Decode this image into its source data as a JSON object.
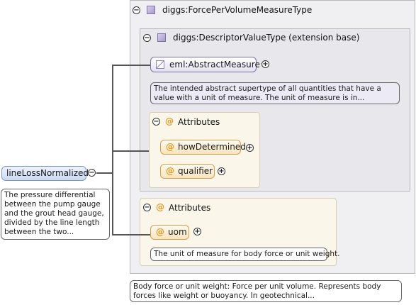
{
  "outer_type": {
    "label": "diggs:ForcePerVolumeMeasureType"
  },
  "extension": {
    "label": "diggs:DescriptorValueType (extension base)"
  },
  "abstract_measure": {
    "label": "eml:AbstractMeasure",
    "doc": "The intended abstract supertype of all quantities that have a value with a unit of measure. The unit of measure is in..."
  },
  "attributes_group_1": {
    "title": "Attributes",
    "items": [
      "howDetermined",
      "qualifier"
    ]
  },
  "attributes_group_2": {
    "title": "Attributes",
    "items": [
      "uom"
    ],
    "doc": "The unit of measure for body force or unit weight."
  },
  "element": {
    "label": "lineLossNormalized",
    "doc": "The pressure differential between the pump gauge and the grout head gauge, divided by the line length between the two..."
  },
  "type_doc": "Body force or unit weight: Force per unit volume. Represents body forces like weight or buoyancy. In geotechnical...",
  "symbols": {
    "collapse": "⊖",
    "expand": "⊕",
    "attribute": "@"
  }
}
